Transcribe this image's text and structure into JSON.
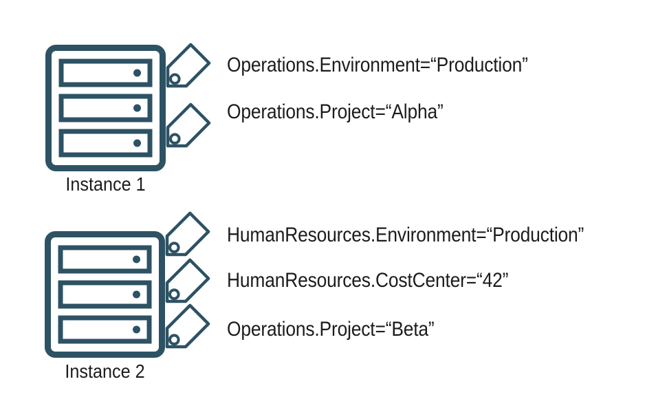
{
  "colors": {
    "accent": "#2d5264",
    "text": "#1c1c1c",
    "background": "#ffffff"
  },
  "icons": {
    "server": "server-icon",
    "tag": "price-tag-icon"
  },
  "instances": [
    {
      "label": "Instance 1",
      "tags": [
        "Operations.Environment=“Production”",
        "Operations.Project=“Alpha”"
      ]
    },
    {
      "label": "Instance 2",
      "tags": [
        "HumanResources.Environment=“Production”",
        "HumanResources.CostCenter=“42”",
        "Operations.Project=“Beta”"
      ]
    }
  ]
}
